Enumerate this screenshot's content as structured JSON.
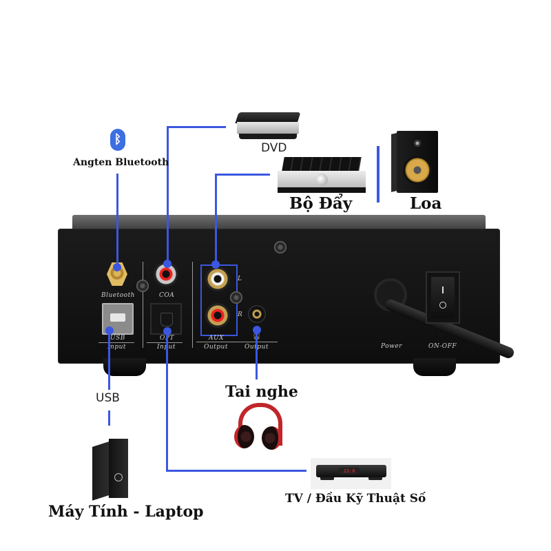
{
  "title": "DAC rear panel connection diagram",
  "colors": {
    "wire": "#3b57e0",
    "bluetooth": "#3c6fe0",
    "rca_red": "#e22222",
    "rca_white": "#f1f1f1"
  },
  "devices": {
    "bluetooth_antenna": {
      "label": "Angten Bluetooth",
      "icon": "bluetooth-icon",
      "glyph": "ᛒ"
    },
    "dvd": {
      "label": "DVD"
    },
    "amplifier": {
      "label": "Bộ Đẩy"
    },
    "speaker": {
      "label": "Loa"
    },
    "headphones": {
      "label": "Tai nghe"
    },
    "computer": {
      "label": "Máy Tính - Laptop",
      "link_label": "USB"
    },
    "tv_receiver": {
      "label": "TV / Đầu Kỹ Thuật Số",
      "display": "23:8"
    }
  },
  "panel": {
    "bluetooth": "Bluetooth",
    "coaxial": "COA",
    "channel_left": "L",
    "channel_right": "R",
    "usb_line1": "USB",
    "usb_line2": "Input",
    "opt_line1": "OPT",
    "opt_line2": "Input",
    "aux_line1": "AUX",
    "aux_line2": "Output",
    "headphone_line1": "🎧",
    "headphone_line2": "Output",
    "power": "Power",
    "on_off": "ON-OFF",
    "switch_on": "I",
    "switch_off": "O"
  }
}
